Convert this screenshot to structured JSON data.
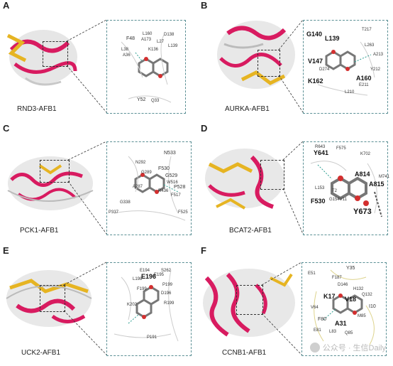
{
  "panels": [
    {
      "letter": "A",
      "caption": "RND3-AFB1",
      "residues": [
        "F48",
        "L38",
        "A36",
        "L160",
        "A173",
        "D138",
        "L27",
        "K136",
        "L139",
        "Y52",
        "Q33"
      ]
    },
    {
      "letter": "B",
      "caption": "AURKA-AFB1",
      "residues": [
        "G140",
        "L139",
        "T217",
        "L263",
        "A213",
        "V147",
        "D274",
        "Y212",
        "K162",
        "A160",
        "E211",
        "L210"
      ]
    },
    {
      "letter": "C",
      "caption": "PCK1-AFB1",
      "residues": [
        "N533",
        "N292",
        "F530",
        "G289",
        "G529",
        "A287",
        "W516",
        "P528",
        "R436",
        "F517",
        "G338",
        "P337",
        "F525"
      ]
    },
    {
      "letter": "D",
      "caption": "BCAT2-AFB1",
      "residues": [
        "R643",
        "Y641",
        "F575",
        "K702",
        "A814",
        "M741",
        "A815",
        "L153",
        "T2",
        "F530",
        "G154V11",
        "Y673"
      ]
    },
    {
      "letter": "E",
      "caption": "UCK2-AFB1",
      "residues": [
        "E194",
        "L198",
        "E196",
        "E195",
        "S262",
        "F199",
        "P199",
        "K202",
        "D196",
        "P191",
        "R199"
      ]
    },
    {
      "letter": "F",
      "caption": "CCNB1-AFB1",
      "residues": [
        "Y35",
        "E51",
        "F187",
        "D146",
        "H132",
        "K17",
        "V18",
        "Q132",
        "V64",
        "I10",
        "F80",
        "A31",
        "M85",
        "E81",
        "L83",
        "Q85"
      ]
    }
  ],
  "watermark": "公众号 · 生信Daily"
}
